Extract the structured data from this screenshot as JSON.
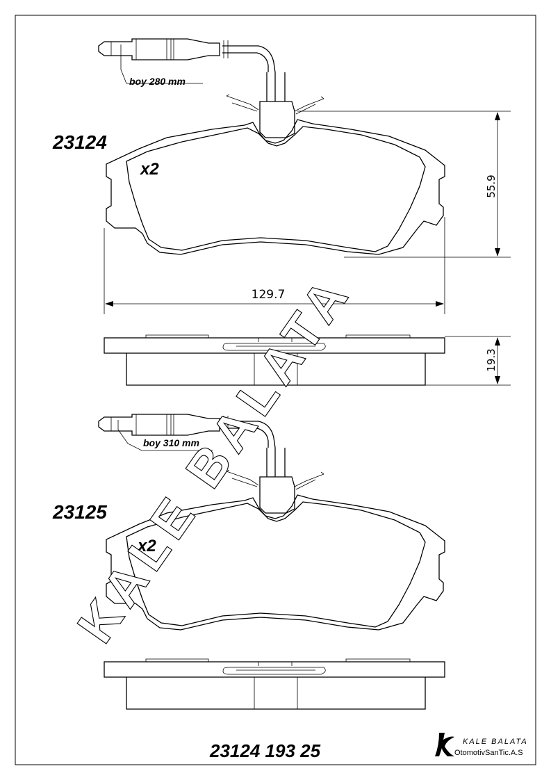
{
  "parts": [
    {
      "code": "23124",
      "quantity": "x2",
      "wire_length": "boy 280 mm"
    },
    {
      "code": "23125",
      "quantity": "x2",
      "wire_length": "boy 310 mm"
    }
  ],
  "dimensions": {
    "height": "55.9",
    "width": "129.7",
    "thickness": "19.3"
  },
  "footer": {
    "part_numbers": "23124 193 25"
  },
  "logo": {
    "line1": "KALE BALATA",
    "line2": "OtomotivSanTic.A.S"
  },
  "watermark": "KALE BALATA"
}
